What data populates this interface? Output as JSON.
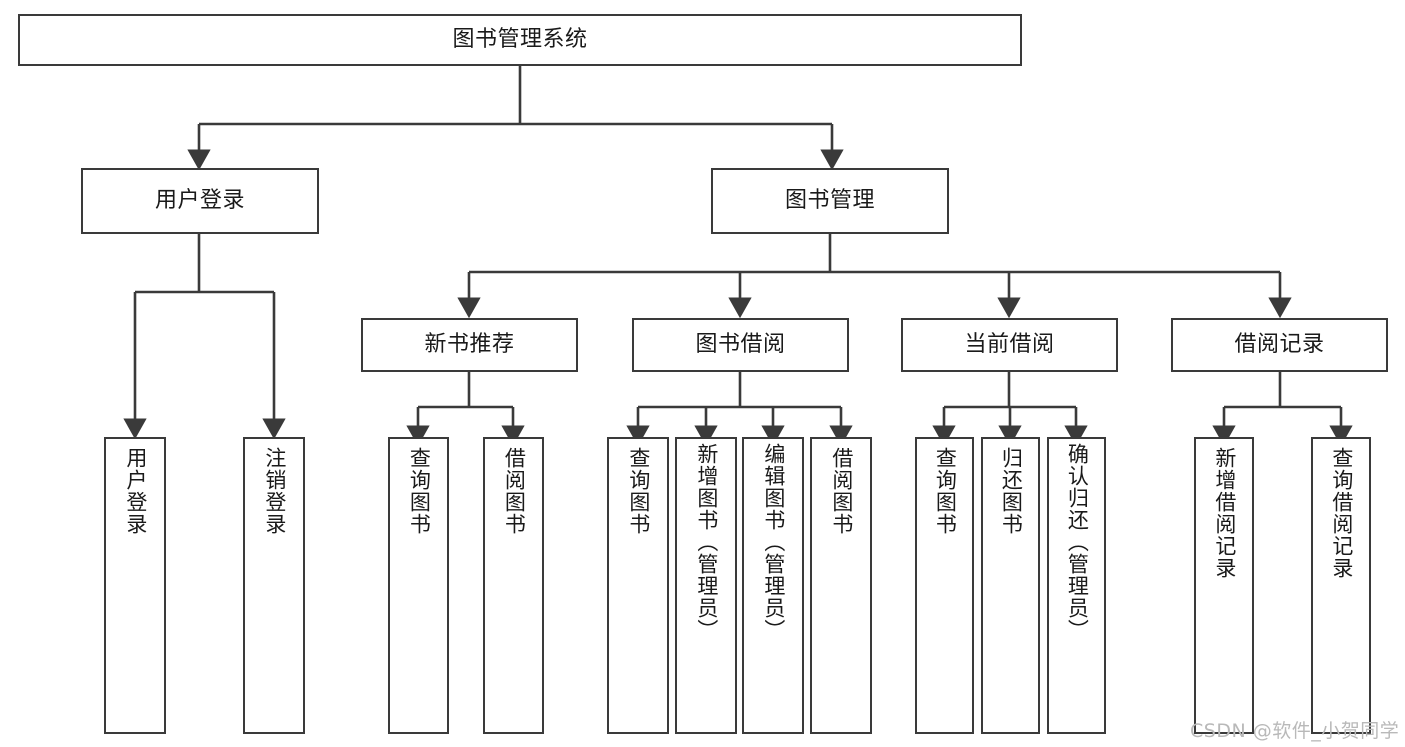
{
  "diagram": {
    "type": "hierarchy-tree",
    "title": "图书管理系统",
    "watermark": "CSDN @软件_小贺同学",
    "colors": {
      "stroke": "#3a3a3a",
      "fill": "#ffffff",
      "text": "#1a1a1a",
      "watermark": "#b9b9b9"
    },
    "nodes": {
      "root": {
        "label": "图书管理系统"
      },
      "level2": [
        {
          "label": "用户登录"
        },
        {
          "label": "图书管理"
        }
      ],
      "level3": [
        {
          "label": "新书推荐"
        },
        {
          "label": "图书借阅"
        },
        {
          "label": "当前借阅"
        },
        {
          "label": "借阅记录"
        }
      ],
      "leaves": {
        "user_login": [
          {
            "label": "用户登录"
          },
          {
            "label": "注销登录"
          }
        ],
        "new_book_recommend": [
          {
            "label": "查询图书"
          },
          {
            "label": "借阅图书"
          }
        ],
        "book_borrow": [
          {
            "label": "查询图书"
          },
          {
            "label": "新增图书（管理员）"
          },
          {
            "label": "编辑图书（管理员）"
          },
          {
            "label": "借阅图书"
          }
        ],
        "current_borrow": [
          {
            "label": "查询图书"
          },
          {
            "label": "归还图书"
          },
          {
            "label": "确认归还（管理员）"
          }
        ],
        "borrow_record": [
          {
            "label": "新增借阅记录"
          },
          {
            "label": "查询借阅记录"
          }
        ]
      }
    }
  }
}
